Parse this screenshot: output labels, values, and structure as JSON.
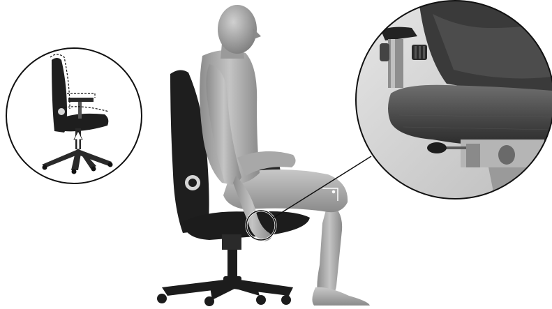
{
  "illustration": {
    "main_figure": "seated-person-on-office-chair",
    "left_detail": "chair-height-adjustment-detail",
    "right_detail": "armrest-and-lever-close-up",
    "colors": {
      "background": "#ffffff",
      "chair_dark": "#1e1e1e",
      "chair_mid": "#3a3a3a",
      "skin_light": "#b8b8b8",
      "skin_dark": "#7a7a7a",
      "circle_stroke": "#111111",
      "detail_bg": "#d9d9d9"
    }
  }
}
